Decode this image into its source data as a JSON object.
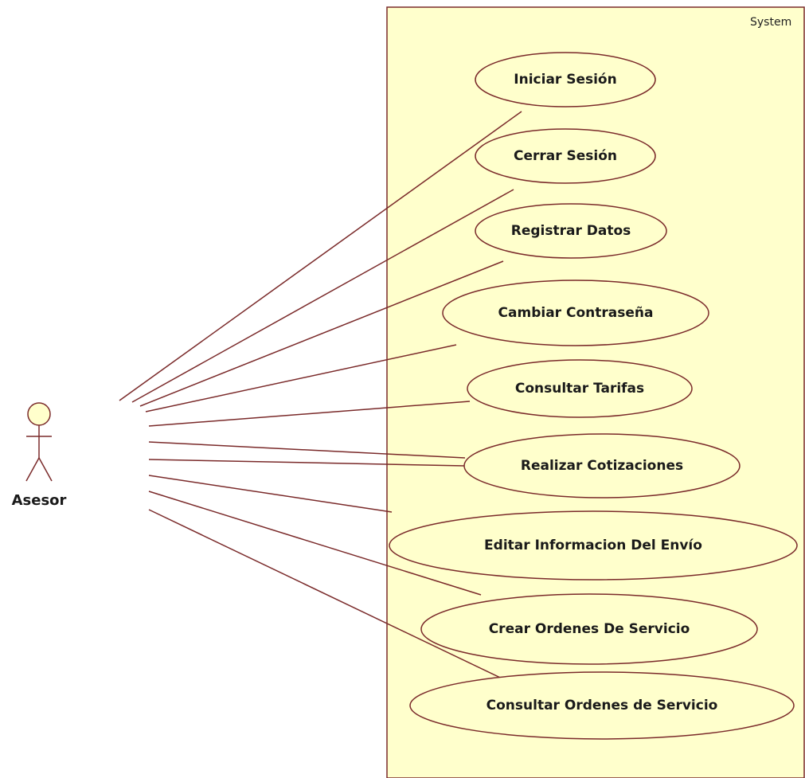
{
  "system": {
    "title": "System"
  },
  "actor": {
    "name": "Asesor"
  },
  "use_cases": [
    {
      "label": "Iniciar Sesión"
    },
    {
      "label": "Cerrar Sesión"
    },
    {
      "label": "Registrar Datos"
    },
    {
      "label": "Cambiar Contraseña"
    },
    {
      "label": "Consultar Tarifas"
    },
    {
      "label": "Realizar Cotizaciones"
    },
    {
      "label": "Editar Informacion Del Envío"
    },
    {
      "label": "Crear Ordenes De Servicio"
    },
    {
      "label": "Consultar Ordenes de Servicio"
    }
  ],
  "colors": {
    "system_fill": "#ffffcc",
    "usecase_fill": "#ffffcc",
    "stroke": "#7a2a2a",
    "actor_fill": "#ffffcc"
  }
}
